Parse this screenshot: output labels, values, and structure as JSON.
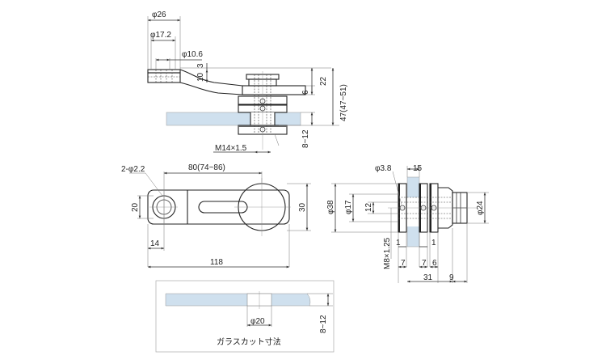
{
  "colors": {
    "glass": "#cfe0ee",
    "line": "#333333",
    "background": "#ffffff"
  },
  "side_view": {
    "dims": {
      "phi26": "φ26",
      "phi17_2": "φ17.2",
      "phi10_6": "φ10.6",
      "d3": "3",
      "d10": "10",
      "d22": "22",
      "d6": "6",
      "d47": "47(47~51)",
      "d8_12": "8~12",
      "m14": "M14×1.5"
    }
  },
  "top_view": {
    "dims": {
      "holes": "2-φ2.2",
      "d80": "80(74~86)",
      "d20": "20",
      "d30": "30",
      "d14": "14",
      "d118": "118"
    }
  },
  "end_view": {
    "dims": {
      "phi3_8": "φ3.8",
      "d15": "15",
      "phi38": "φ38",
      "phi17": "φ17",
      "d12": "12",
      "phi24": "φ24",
      "m8": "M8×1.25",
      "d1a": "1",
      "d1b": "1",
      "d7a": "7",
      "d7b": "7",
      "d6": "6",
      "d31": "31",
      "d9": "9"
    }
  },
  "glass_cut": {
    "title": "ガラスカット寸法",
    "phi20": "φ20",
    "d8_12": "8~12"
  }
}
